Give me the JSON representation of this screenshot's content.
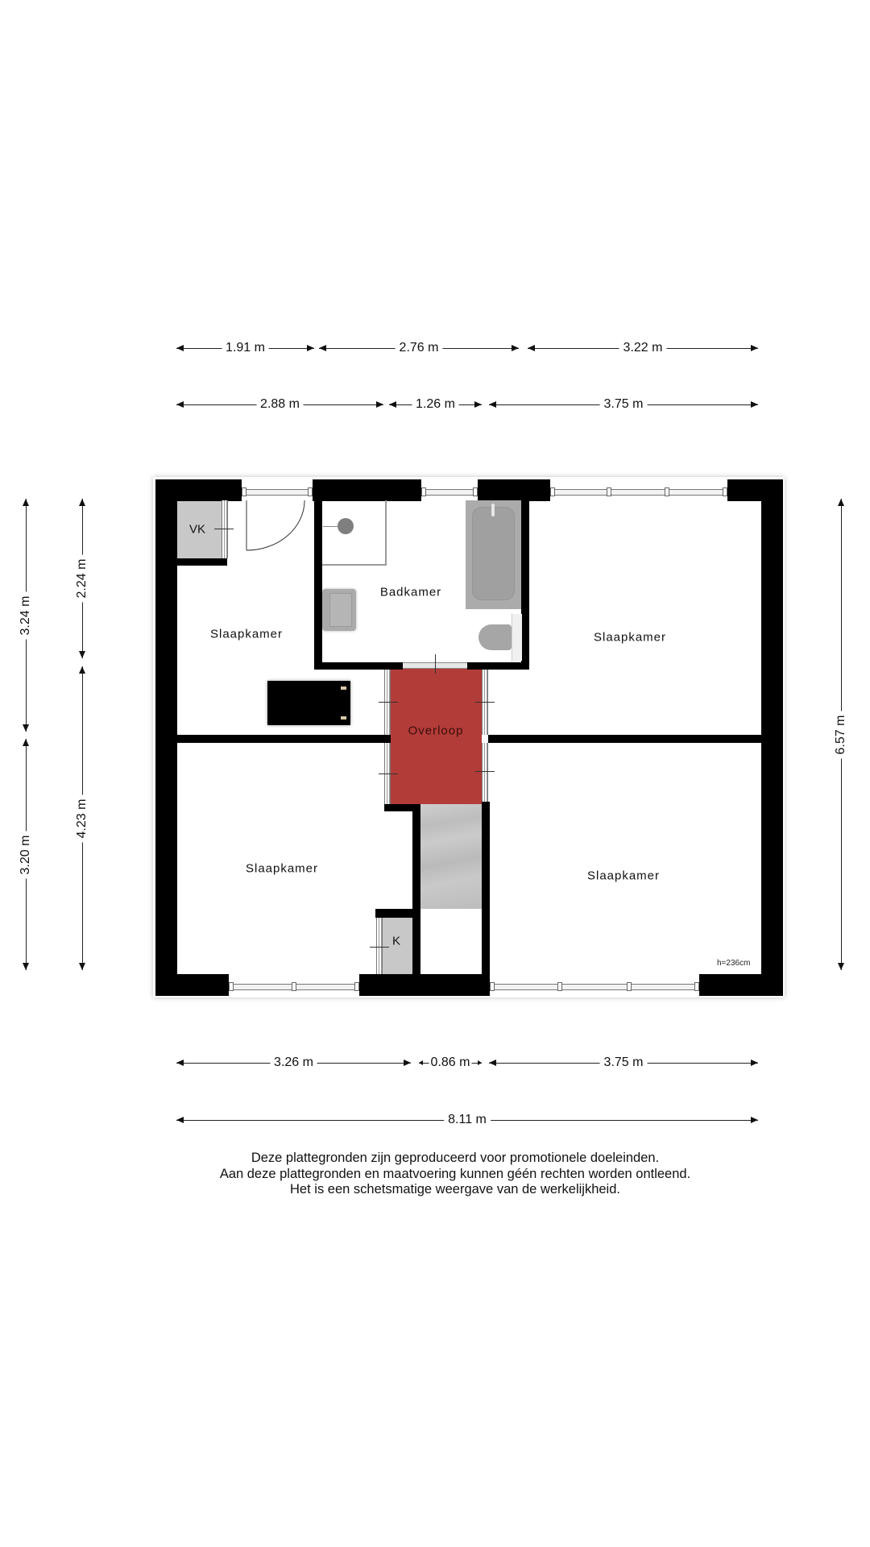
{
  "plan": {
    "floor_height_note": "h=236cm",
    "colors": {
      "wall": "#000000",
      "landing": "#B23C38",
      "fixture": "#A9A9A9",
      "closet": "#C8C8C8",
      "stairs": "#C4C4C4"
    },
    "rooms": [
      {
        "id": "slaapkamer-top-left",
        "label": "Slaapkamer"
      },
      {
        "id": "badkamer",
        "label": "Badkamer"
      },
      {
        "id": "slaapkamer-top-right",
        "label": "Slaapkamer"
      },
      {
        "id": "overloop",
        "label": "Overloop"
      },
      {
        "id": "slaapkamer-bottom-left",
        "label": "Slaapkamer"
      },
      {
        "id": "slaapkamer-bottom-right",
        "label": "Slaapkamer"
      },
      {
        "id": "vk-closet",
        "label": "VK"
      },
      {
        "id": "k-closet",
        "label": "K"
      }
    ]
  },
  "dimensions": {
    "top_row_1": [
      "1.91 m",
      "2.76 m",
      "3.22 m"
    ],
    "top_row_2": [
      "2.88 m",
      "1.26 m",
      "3.75 m"
    ],
    "bottom_row_1": [
      "3.26 m",
      "0.86 m",
      "3.75 m"
    ],
    "bottom_total": "8.11 m",
    "left_outer": [
      "3.24 m",
      "3.20 m"
    ],
    "left_inner": [
      "2.24 m",
      "4.23 m"
    ],
    "right_total": "6.57 m"
  },
  "disclaimer": [
    "Deze plattegronden zijn geproduceerd voor promotionele doeleinden.",
    "Aan deze plattegronden en maatvoering kunnen géén rechten worden ontleend.",
    "Het is een schetsmatige weergave van de werkelijkheid."
  ]
}
